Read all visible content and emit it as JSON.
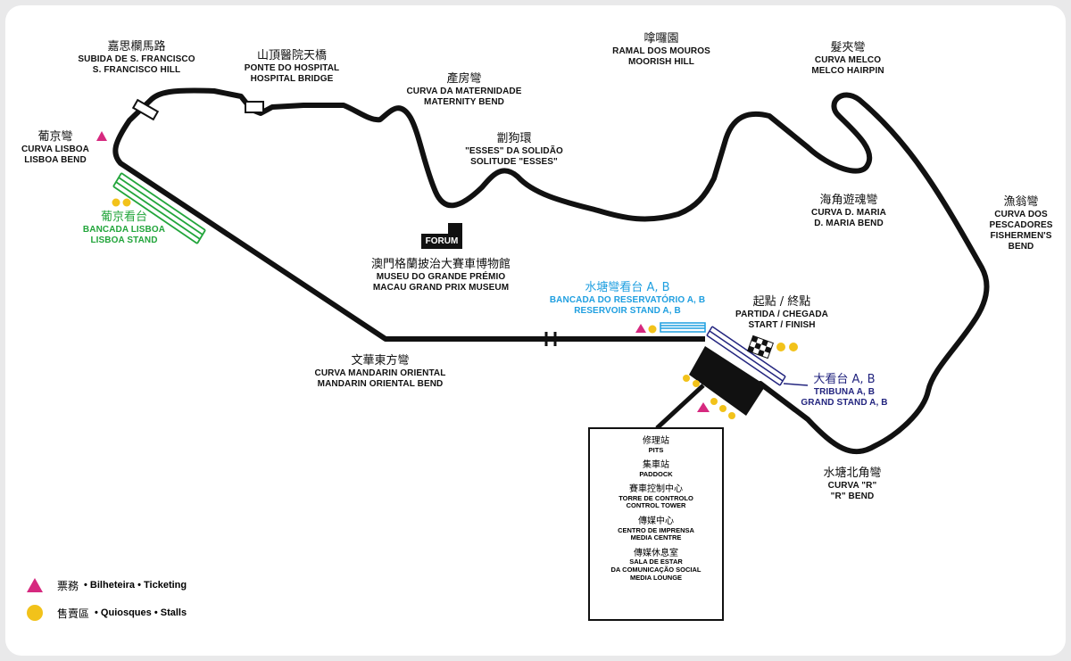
{
  "map": {
    "title": "",
    "colors": {
      "track": "#111111",
      "ticket": "#d6297f",
      "stall": "#f2c21a",
      "lisboa_stand": "#22a53b",
      "reservoir_stand": "#1f9fe0",
      "grand_stand": "#23257f"
    },
    "corners": {
      "san_francisco": {
        "zh": "嘉思欄馬路",
        "pt": "SUBIDA DE S. FRANCISCO",
        "en": "S. FRANCISCO HILL"
      },
      "hospital": {
        "zh": "山頂醫院天橋",
        "pt": "PONTE DO HOSPITAL",
        "en": "HOSPITAL BRIDGE"
      },
      "maternity": {
        "zh": "產房彎",
        "pt": "CURVA DA MATERNIDADE",
        "en": "MATERNITY BEND"
      },
      "solitude": {
        "zh": "劏狗環",
        "pt": "\"ESSES\" DA SOLIDÃO",
        "en": "SOLITUDE \"ESSES\""
      },
      "moorish": {
        "zh": "嗱囉園",
        "pt": "RAMAL DOS MOUROS",
        "en": "MOORISH HILL"
      },
      "melco": {
        "zh": "髮夾彎",
        "pt": "CURVA MELCO",
        "en": "MELCO HAIRPIN"
      },
      "dmaria": {
        "zh": "海角遊魂彎",
        "pt": "CURVA D. MARIA",
        "en": "D. MARIA BEND"
      },
      "fishermen": {
        "zh": "漁翁彎",
        "pt": "CURVA DOS PESCADORES",
        "en": "FISHERMEN'S BEND"
      },
      "lisboa": {
        "zh": "葡京彎",
        "pt": "CURVA LISBOA",
        "en": "LISBOA BEND"
      },
      "mandarin": {
        "zh": "文華東方彎",
        "pt": "CURVA MANDARIN ORIENTAL",
        "en": "MANDARIN ORIENTAL BEND"
      },
      "r_bend": {
        "zh": "水塘北角彎",
        "pt": "CURVA \"R\"",
        "en": "\"R\" BEND"
      },
      "start": {
        "zh": "起點 / 終點",
        "pt": "PARTIDA / CHEGADA",
        "en": "START / FINISH"
      },
      "museum": {
        "zh": "澳門格蘭披治大賽車博物館",
        "pt": "MUSEU DO GRANDE PRÉMIO",
        "en": "MACAU GRAND PRIX MUSEUM"
      }
    },
    "stands": {
      "lisboa": {
        "zh": "葡京看台",
        "pt": "BANCADA LISBOA",
        "en": "LISBOA STAND"
      },
      "reservoir": {
        "zh": "水塘彎看台 A, B",
        "pt": "BANCADA DO RESERVATÓRIO A, B",
        "en": "RESERVOIR STAND A, B"
      },
      "grand": {
        "zh": "大看台 A, B",
        "pt": "TRIBUNA A, B",
        "en": "GRAND STAND A, B"
      }
    },
    "forum_label": "FORUM",
    "pits_box": [
      {
        "zh": "修理站",
        "sub": [
          "PITS"
        ]
      },
      {
        "zh": "集車站",
        "sub": [
          "PADDOCK"
        ]
      },
      {
        "zh": "賽車控制中心",
        "sub": [
          "TORRE DE CONTROLO",
          "CONTROL TOWER"
        ]
      },
      {
        "zh": "傳媒中心",
        "sub": [
          "CENTRO DE IMPRENSA",
          "MEDIA CENTRE"
        ]
      },
      {
        "zh": "傳媒休息室",
        "sub": [
          "SALA DE ESTAR",
          "DA COMUNICAÇÃO SOCIAL",
          "MEDIA LOUNGE"
        ]
      }
    ],
    "legend": {
      "ticket": {
        "zh": "票務",
        "text": "• Bilheteira • Ticketing",
        "icon": "triangle"
      },
      "stall": {
        "zh": "售賣區",
        "text": "• Quiosques • Stalls",
        "icon": "circle"
      }
    }
  }
}
